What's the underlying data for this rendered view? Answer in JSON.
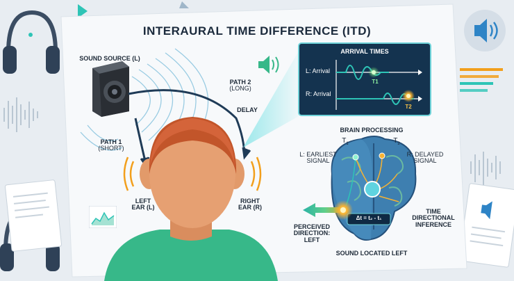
{
  "title": "INTERAURAL TIME DIFFERENCE (ITD)",
  "source": {
    "label": "SOUND SOURCE (L)"
  },
  "paths": {
    "path1": {
      "name": "PATH 1",
      "detail": "(SHORT)"
    },
    "path2": {
      "name": "PATH 2",
      "detail": "(LONG)"
    },
    "delay": "DELAY"
  },
  "ears": {
    "left": {
      "line1": "LEFT",
      "line2": "EAR (L)"
    },
    "right": {
      "line1": "RIGHT",
      "line2": "EAR (R)"
    }
  },
  "arrival_panel": {
    "title": "ARRIVAL TIMES",
    "left_label": "L: Arrival",
    "right_label": "R: Arrival",
    "t1": "T1",
    "t2": "T2"
  },
  "brain": {
    "title": "BRAIN PROCESSING",
    "t1_label": "t",
    "t1_sub": "1",
    "t2_label": "t",
    "t2_sub": "2",
    "left_signal": {
      "line1": "L: Earliest",
      "line2": "signal"
    },
    "right_signal": {
      "line1": "R: Delayed",
      "line2": "signal"
    },
    "formula": "Δt = t₂ - t₁"
  },
  "perceived": {
    "line1": "PERCEIVED",
    "line2": "DIRECTION:",
    "line3": "LEFT"
  },
  "inference": {
    "line1": "TIME",
    "line2": "DIRECTIONAL",
    "line3": "INFERENCE"
  },
  "located": "SOUND LOCATED LEFT",
  "colors": {
    "paper": "#f7f9fb",
    "panel": "#14334f",
    "teal": "#2ec4b6",
    "orange": "#f29f1c",
    "hair": "#c2552a",
    "shirt": "#37b889",
    "brain_blue": "#3e7fb0"
  },
  "icons": [
    "headphones-icon",
    "speaker-icon",
    "sound-wave-icon",
    "chart-icon",
    "document-icon"
  ]
}
